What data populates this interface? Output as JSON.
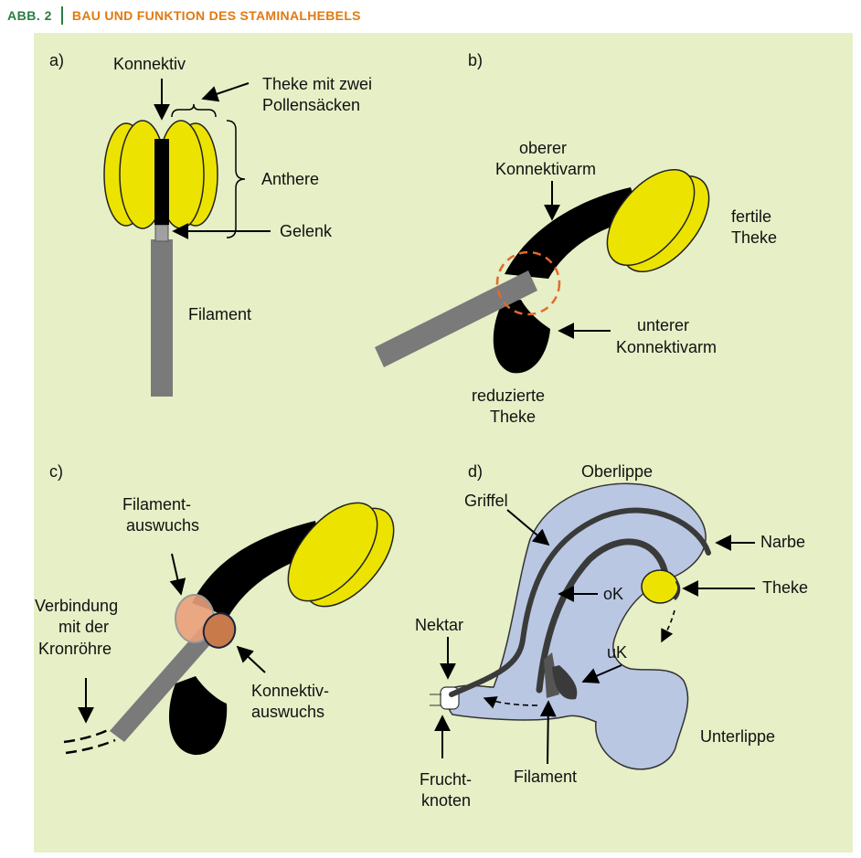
{
  "header": {
    "figure_number": "ABB. 2",
    "title": "BAU UND FUNKTION DES STAMINALHEBELS"
  },
  "colors": {
    "background": "#e6efc6",
    "theke": "#ece400",
    "konnektiv": "#000000",
    "filament": "#7a7a7a",
    "flower": "#b9c7e2",
    "circle": "#e36a2a",
    "header_green": "#2a7d3f",
    "header_orange": "#e07a10"
  },
  "panel_a": {
    "letter": "a)",
    "konnektiv": "Konnektiv",
    "theke_line1": "Theke mit zwei",
    "theke_line2": "Pollensäcken",
    "anthere": "Anthere",
    "gelenk": "Gelenk",
    "filament": "Filament"
  },
  "panel_b": {
    "letter": "b)",
    "oberer_line1": "oberer",
    "oberer_line2": "Konnektivarm",
    "fertile_line1": "fertile",
    "fertile_line2": "Theke",
    "unterer_line1": "unterer",
    "unterer_line2": "Konnektivarm",
    "reduzierte_line1": "reduzierte",
    "reduzierte_line2": "Theke"
  },
  "panel_c": {
    "letter": "c)",
    "filament_line1": "Filament-",
    "filament_line2": "auswuchs",
    "verbindung_line1": "Verbindung",
    "verbindung_line2": "mit der",
    "verbindung_line3": "Kronröhre",
    "konnektiv_line1": "Konnektiv-",
    "konnektiv_line2": "auswuchs"
  },
  "panel_d": {
    "letter": "d)",
    "oberlippe": "Oberlippe",
    "griffel": "Griffel",
    "narbe": "Narbe",
    "ok": "oK",
    "theke": "Theke",
    "nektar": "Nektar",
    "uk": "uK",
    "unterlippe": "Unterlippe",
    "frucht_line1": "Frucht-",
    "frucht_line2": "knoten",
    "filament": "Filament"
  }
}
